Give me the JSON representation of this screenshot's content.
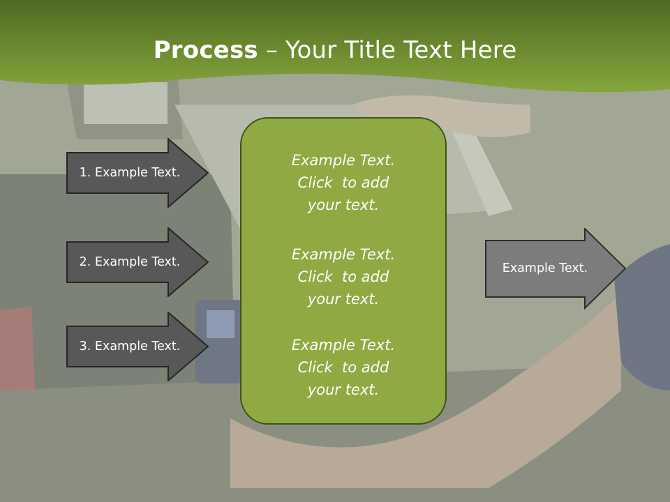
{
  "title": {
    "bold": "Process",
    "rest": " – Your Title Text Here"
  },
  "left_arrows": [
    {
      "label": "1. Example Text."
    },
    {
      "label": "2. Example Text."
    },
    {
      "label": "3. Example Text."
    }
  ],
  "center_box": {
    "items": [
      {
        "line1": "Example Text.",
        "line2": "Click  to add",
        "line3": "your text."
      },
      {
        "line1": "Example Text.",
        "line2": "Click  to add",
        "line3": "your text."
      },
      {
        "line1": "Example Text.",
        "line2": "Click  to add",
        "line3": "your text."
      }
    ]
  },
  "right_arrow": {
    "label": "Example Text."
  },
  "colors": {
    "header_green": "#6c8a2e",
    "box_green": "#8faa42",
    "dark_arrow": "#585858",
    "light_arrow": "#7c7c7c"
  }
}
